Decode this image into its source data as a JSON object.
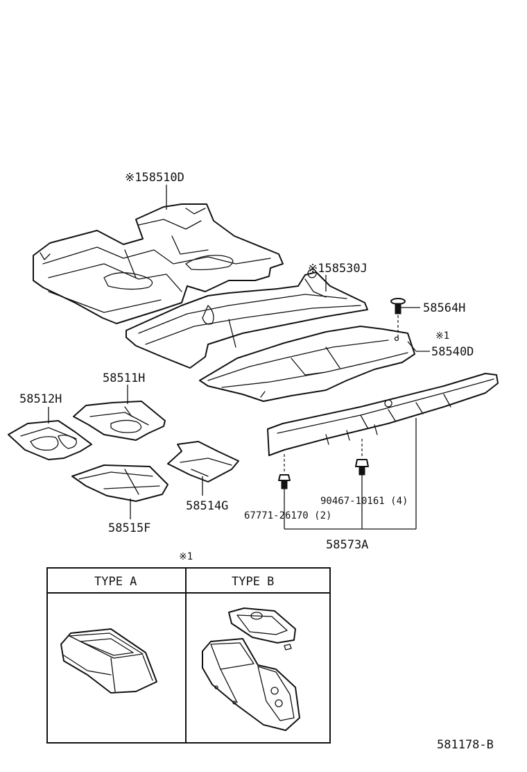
{
  "labels": {
    "floor_carpet_front": "※158510D",
    "floor_carpet_rear": "※158530J",
    "clip": "58564H",
    "console_mark": "※1",
    "console": "58540D",
    "mat_front_right": "58511H",
    "mat_front_left": "58512H",
    "mat_rear_right": "58514G",
    "mat_rear_left": "58515F",
    "screw": "90467-10161 (4)",
    "bolt": "67771-26170 (2)",
    "scuff_plate": "58573A",
    "detail_mark": "※1",
    "type_a": "TYPE A",
    "type_b": "TYPE B",
    "drawing_number": "581178-B"
  }
}
